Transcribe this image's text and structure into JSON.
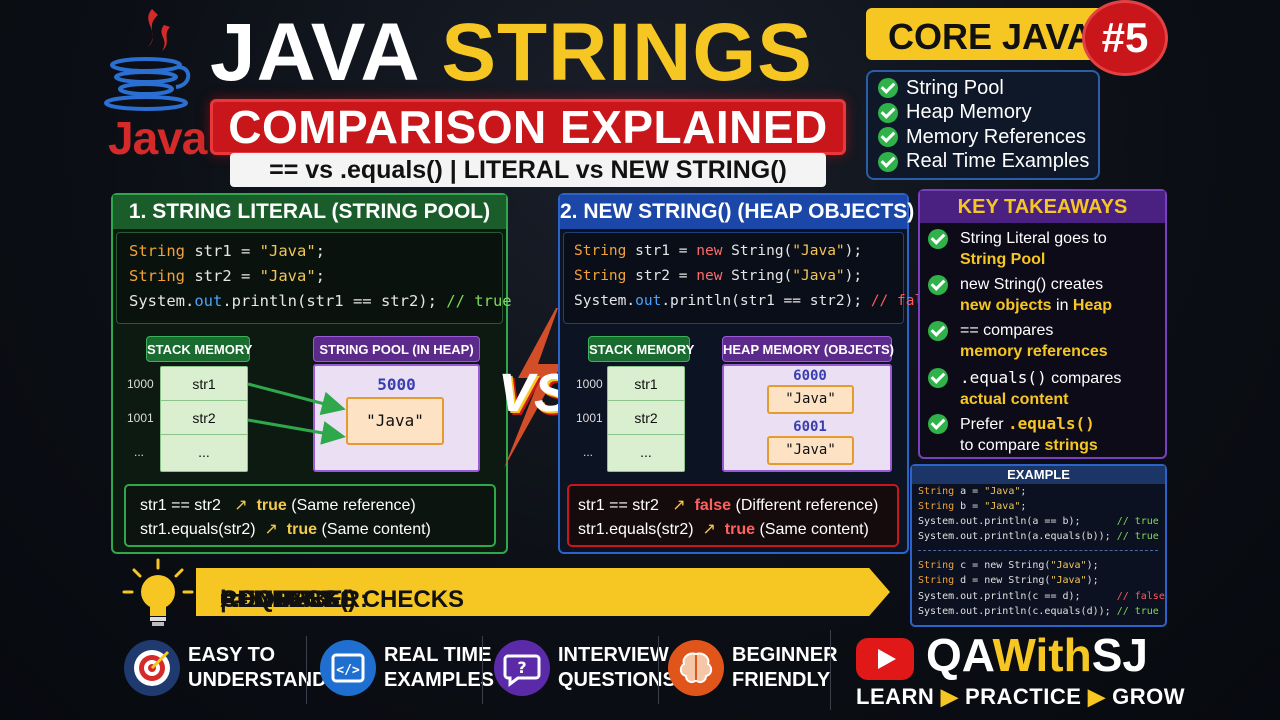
{
  "header": {
    "logo_text": "Java",
    "title_part1": "JAVA",
    "title_part2": "STRINGS",
    "subtitle": "COMPARISON EXPLAINED",
    "tagline": "== vs .equals() | LITERAL vs NEW STRING()",
    "series_badge": "CORE JAVA",
    "episode_number": "#5",
    "topics": [
      "String Pool",
      "Heap Memory",
      "Memory References",
      "Real Time Examples"
    ]
  },
  "literal_panel": {
    "heading": "1. STRING LITERAL  (STRING POOL)",
    "code": {
      "line1_type": "String",
      "line1_rest": " str1 = ",
      "line1_str": "\"Java\"",
      "line1_end": ";",
      "line2_type": "String",
      "line2_rest": " str2 = ",
      "line2_str": "\"Java\"",
      "line2_end": ";",
      "line3_a": "System.",
      "line3_out": "out",
      "line3_b": ".println(str1 == str2); ",
      "line3_comment": "// true"
    },
    "stack_label": "STACK MEMORY",
    "pool_label": "STRING POOL (IN HEAP)",
    "addresses": [
      "1000",
      "1001",
      "..."
    ],
    "cells": [
      "str1",
      "str2",
      "..."
    ],
    "pool_address": "5000",
    "pool_value": "\"Java\"",
    "result1_expr": "str1 == str2",
    "result1_value": "true",
    "result1_note": "(Same reference)",
    "result2_expr": "str1.equals(str2)",
    "result2_value": "true",
    "result2_note": "(Same content)"
  },
  "vs_label": "VS",
  "new_panel": {
    "heading": "2. NEW STRING() (HEAP OBJECTS)",
    "code": {
      "line1_type": "String",
      "line1_rest": " str1 = ",
      "line1_new": "new",
      "line1_ctor": " String(",
      "line1_str": "\"Java\"",
      "line1_end": ");",
      "line2_type": "String",
      "line2_rest": " str2 = ",
      "line2_new": "new",
      "line2_ctor": " String(",
      "line2_str": "\"Java\"",
      "line2_end": ");",
      "line3_a": "System.",
      "line3_out": "out",
      "line3_b": ".println(str1 == str2); ",
      "line3_comment": "// false"
    },
    "stack_label": "STACK MEMORY",
    "heap_label": "HEAP MEMORY (OBJECTS)",
    "addresses": [
      "1000",
      "1001",
      "..."
    ],
    "cells": [
      "str1",
      "str2",
      "..."
    ],
    "obj1_address": "6000",
    "obj1_value": "\"Java\"",
    "obj2_address": "6001",
    "obj2_value": "\"Java\"",
    "result1_expr": "str1 == str2",
    "result1_value": "false",
    "result1_note": "(Different reference)",
    "result2_expr": "str1.equals(str2)",
    "result2_value": "true",
    "result2_note": "(Same content)"
  },
  "takeaways": {
    "heading": "KEY TAKEAWAYS",
    "items": [
      {
        "a": "String Literal goes to",
        "b": "String Pool"
      },
      {
        "a": "new String() creates",
        "b1": "new objects",
        "b2": " in ",
        "b3": "Heap"
      },
      {
        "a": "== compares",
        "b": "memory references"
      },
      {
        "a1": ".equals()",
        "a2": " compares",
        "b": "actual content"
      },
      {
        "a1": "Prefer ",
        "a2": ".equals()",
        "b1": "to compare ",
        "b2": "strings"
      }
    ]
  },
  "example": {
    "heading": "EXAMPLE",
    "lines": [
      {
        "t": "String",
        "r": " a = ",
        "s": "\"Java\"",
        "e": ";",
        "c": ""
      },
      {
        "t": "String",
        "r": " b = ",
        "s": "\"Java\"",
        "e": ";",
        "c": ""
      },
      {
        "t": "",
        "r": "System.out.println(a == b);      ",
        "s": "",
        "e": "",
        "c": "// true"
      },
      {
        "t": "",
        "r": "System.out.println(a.equals(b)); ",
        "s": "",
        "e": "",
        "c": "// true"
      },
      {
        "t": "String",
        "r": " c = new String(",
        "s": "\"Java\"",
        "e": ");",
        "c": ""
      },
      {
        "t": "String",
        "r": " d = new String(",
        "s": "\"Java\"",
        "e": ");",
        "c": ""
      },
      {
        "t": "",
        "r": "System.out.println(c == d);      ",
        "s": "",
        "e": "",
        "c": "// false"
      },
      {
        "t": "",
        "r": "System.out.println(c.equals(d)); ",
        "s": "",
        "e": "",
        "c": "// true"
      }
    ]
  },
  "remember": {
    "label": "REMEMBER:",
    "p1": " == CHECKS ",
    "p2": "ADDRESS",
    "p3": " | .EQUALS() CHECKS ",
    "p4": "CONTENT"
  },
  "features": [
    {
      "icon": "target-icon",
      "line1": "EASY TO",
      "line2": "UNDERSTAND",
      "color": "#1e3a6e"
    },
    {
      "icon": "code-icon",
      "line1": "REAL TIME",
      "line2": "EXAMPLES",
      "color": "#1f6fd1"
    },
    {
      "icon": "question-chat-icon",
      "line1": "INTERVIEW",
      "line2": "QUESTIONS",
      "color": "#5a2aa8"
    },
    {
      "icon": "brain-icon",
      "line1": "BEGINNER",
      "line2": "FRIENDLY",
      "color": "#e0551a"
    }
  ],
  "brand": {
    "icon": "youtube-icon",
    "part1": "QA",
    "part2": "With",
    "part3": "SJ",
    "slogan1": "LEARN",
    "slogan2": "PRACTICE",
    "slogan3": "GROW",
    "arrow": "▶"
  },
  "colors": {
    "accent_yellow": "#f6c622",
    "accent_red": "#c8161a",
    "literal_green": "#2ea84a",
    "heap_blue": "#2a63c9",
    "takeaways_purple": "#7a3fc0"
  }
}
